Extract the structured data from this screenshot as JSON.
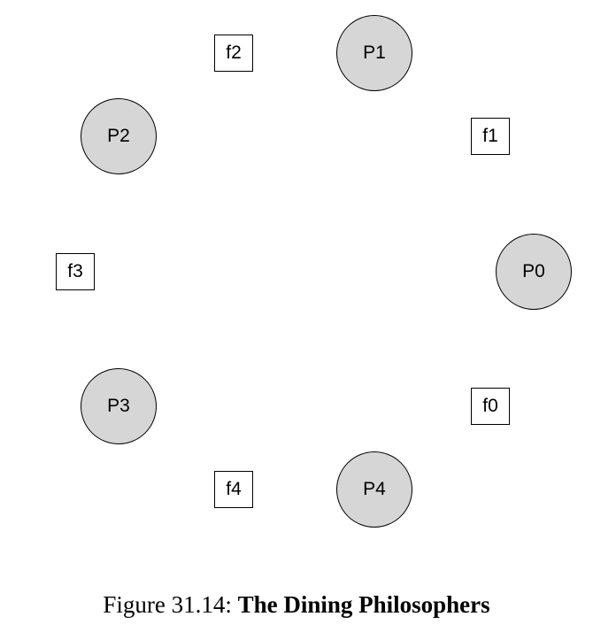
{
  "philosophers": [
    {
      "id": "p0",
      "label": "P0"
    },
    {
      "id": "p1",
      "label": "P1"
    },
    {
      "id": "p2",
      "label": "P2"
    },
    {
      "id": "p3",
      "label": "P3"
    },
    {
      "id": "p4",
      "label": "P4"
    }
  ],
  "forks": [
    {
      "id": "f0",
      "label": "f0"
    },
    {
      "id": "f1",
      "label": "f1"
    },
    {
      "id": "f2",
      "label": "f2"
    },
    {
      "id": "f3",
      "label": "f3"
    },
    {
      "id": "f4",
      "label": "f4"
    }
  ],
  "colors": {
    "philosopher_fill": "#d6d6d6",
    "fork_fill": "#ffffff",
    "stroke": "#000000"
  },
  "caption": {
    "prefix": "Figure 31.14: ",
    "title": "The Dining Philosophers"
  }
}
